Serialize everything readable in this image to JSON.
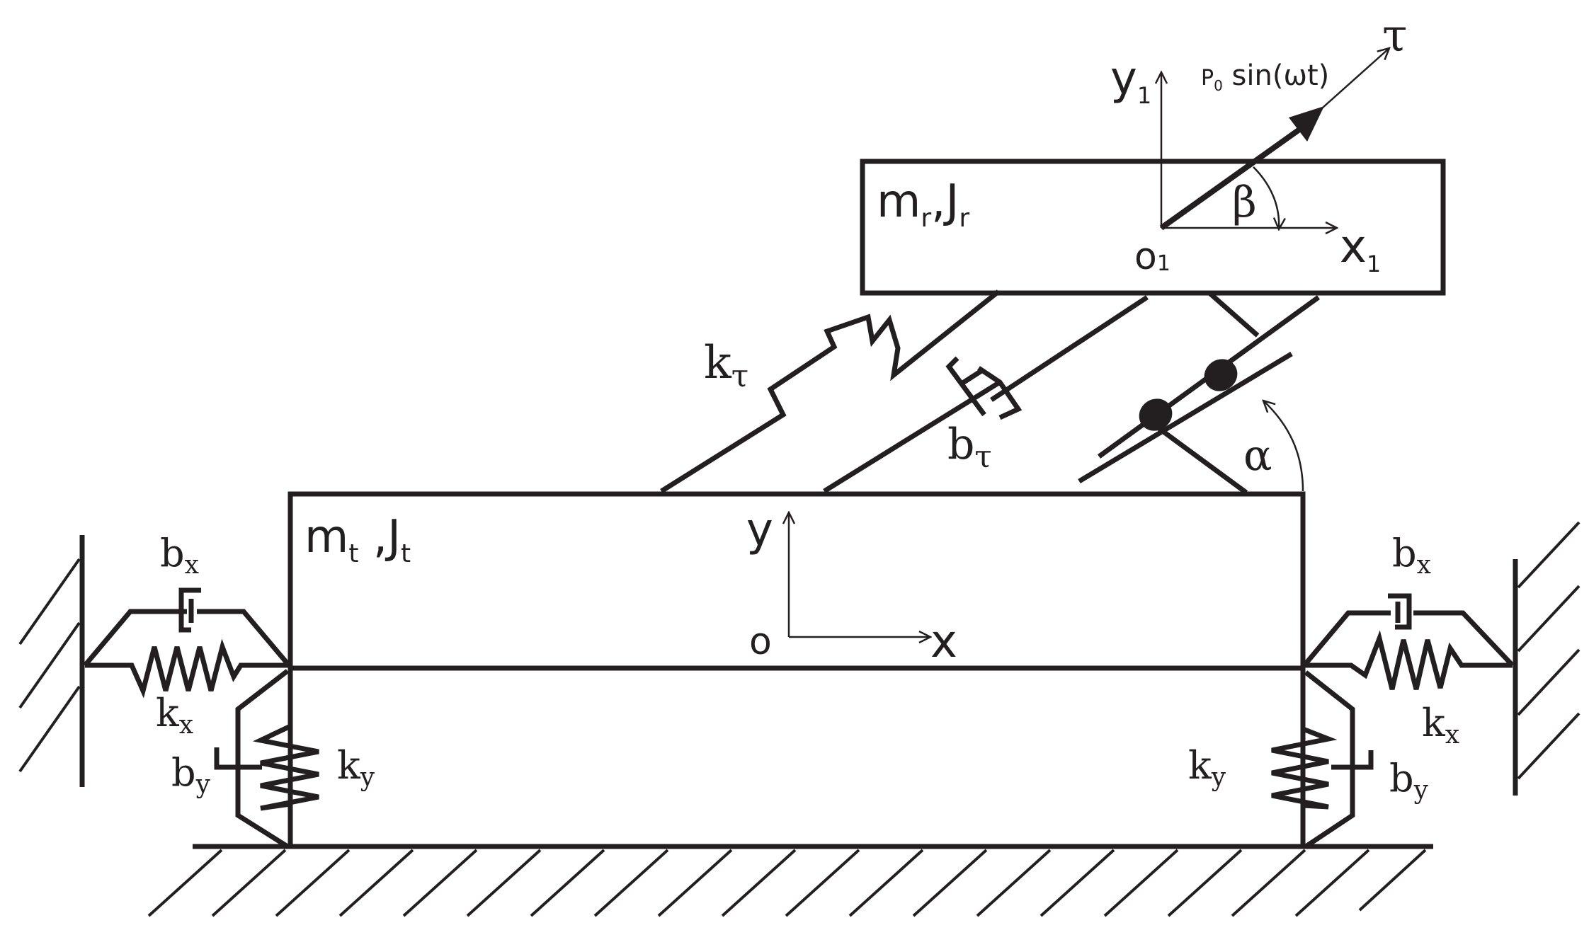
{
  "labels": {
    "upper_mass_m": "m",
    "upper_mass_m_sub": "r",
    "upper_mass_sep": ",",
    "upper_mass_J": "J",
    "upper_mass_J_sub": "r",
    "lower_mass_m": "m",
    "lower_mass_m_sub": "t",
    "lower_mass_sep": " ,",
    "lower_mass_J": "J",
    "lower_mass_J_sub": "t",
    "force_P": "P",
    "force_P_sub": "0",
    "force_rest": " sin(ωt)",
    "tau": "τ",
    "beta": "β",
    "alpha": "α",
    "y1": "y",
    "y1_sub": "1",
    "x1": "x",
    "x1_sub": "1",
    "o1": "o",
    "o1_sub": "1",
    "y": "y",
    "x": "x",
    "o": "o",
    "k_tau": "k",
    "k_tau_sub": "τ",
    "b_tau": "b",
    "b_tau_sub": "τ",
    "bx_left": "b",
    "bx_left_sub": "x",
    "kx_left": "k",
    "kx_left_sub": "x",
    "by_left": "b",
    "by_left_sub": "y",
    "ky_left": "k",
    "ky_left_sub": "y",
    "bx_right": "b",
    "bx_right_sub": "x",
    "kx_right": "k",
    "kx_right_sub": "x",
    "by_right": "b",
    "by_right_sub": "y",
    "ky_right": "k",
    "ky_right_sub": "y"
  }
}
